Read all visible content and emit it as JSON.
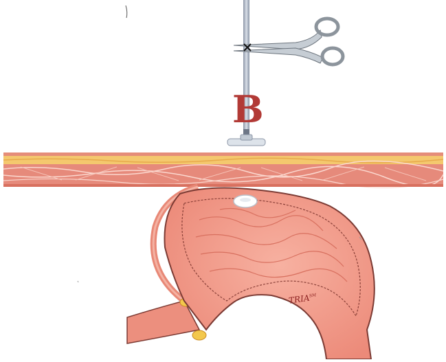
{
  "figure": {
    "panel_label": "B",
    "signature": "TRIA",
    "signature_mark": "SM"
  },
  "colors": {
    "skin_outer": "#eb9783",
    "fat_layer": "#f4c86e",
    "muscle": "#e8897a",
    "stomach_fill": "#f29a8a",
    "stomach_outline": "#7b3a33",
    "rod": "#aeb8c8",
    "scissors": "#9aa3ab",
    "bumper": "#ffffff",
    "letter": "#b23a36"
  },
  "icons": {
    "scissors": "scissors-icon",
    "cross_mark": "x-mark-icon"
  }
}
